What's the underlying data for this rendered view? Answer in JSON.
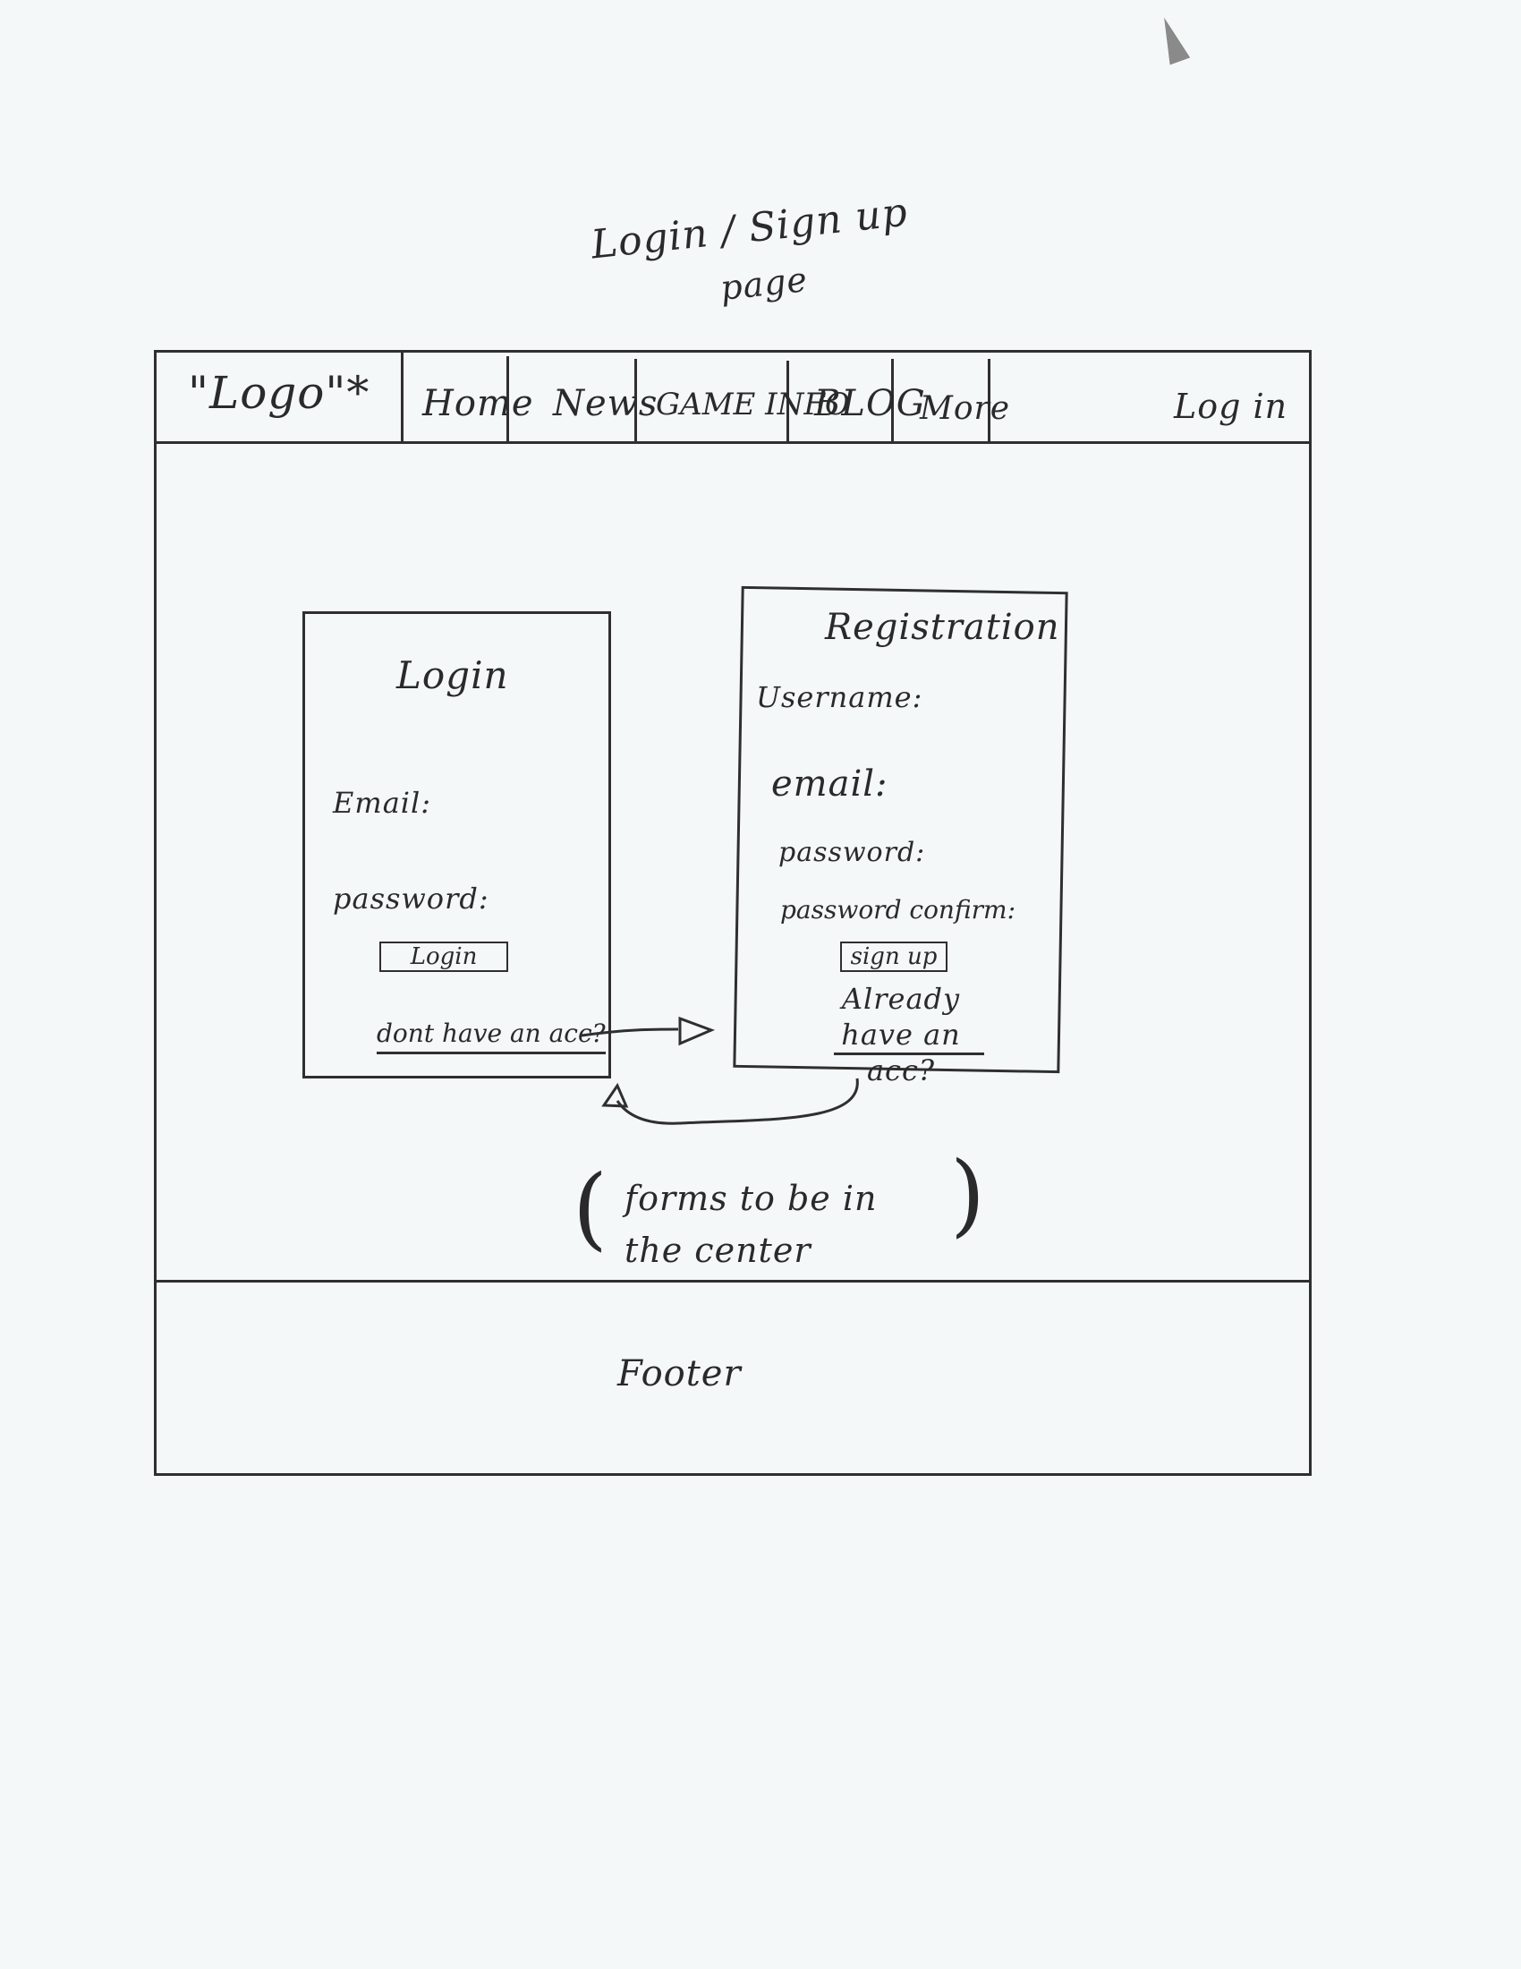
{
  "caption": {
    "line1": "Login / Sign up",
    "line2": "page"
  },
  "nav": {
    "logo": "\"Logo\"*",
    "items": [
      {
        "label": "Home"
      },
      {
        "label": "News"
      },
      {
        "label": "GAME INFO"
      },
      {
        "label": "BLOG"
      },
      {
        "label": "More"
      }
    ],
    "login": "Log in"
  },
  "login_form": {
    "title": "Login",
    "email_label": "Email:",
    "password_label": "password:",
    "button_label": "Login",
    "switch_link": "dont have an acc?"
  },
  "registration_form": {
    "title": "Registration",
    "username_label": "Username:",
    "email_label": "email:",
    "password_label": "password:",
    "password_confirm_label": "password confirm:",
    "button_label": "sign up",
    "switch_link": "Already have an acc?"
  },
  "note": {
    "text": "forms to be in the center"
  },
  "footer": {
    "label": "Footer"
  }
}
